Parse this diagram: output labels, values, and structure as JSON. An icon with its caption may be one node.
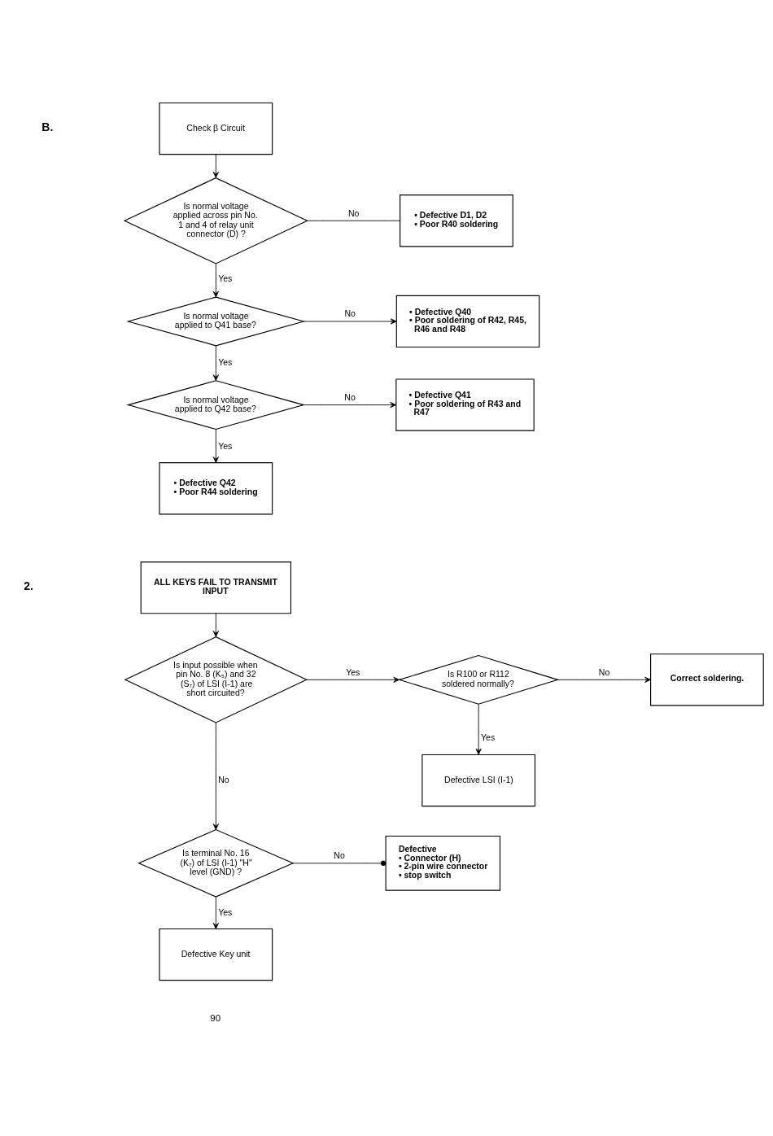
{
  "diagram": {
    "nodes": [
      {
        "text": [
          "Check β Circuit"
        ]
      },
      {
        "text": [
          "Is normal voltage applied across pin No. 1 and 4 of relay unit connector (D) ?"
        ]
      },
      {
        "text": [
          "• Defective D1, D2",
          "• Poor R40 soldering"
        ]
      },
      {
        "text": [
          "Is normal voltage applied to Q41 base?"
        ]
      },
      {
        "text": [
          "• Defective Q40",
          "• Poor soldering of R42, R45, R46 and R48"
        ]
      },
      {
        "text": [
          "Is normal voltage applied to Q42 base?"
        ]
      },
      {
        "text": [
          "• Defective Q41",
          "• Poor soldering of R43 and R47"
        ]
      },
      {
        "text": [
          "• Defective Q42",
          "• Poor R44 soldering"
        ]
      },
      {
        "text": [
          "ALL KEYS FAIL TO TRANSMIT INPUT"
        ]
      },
      {
        "text": [
          "Is input possible when pin No. 8 (K₅) and 32 (S₇) of LSI (I-1) are short circuited?"
        ]
      },
      {
        "text": [
          "Is R100 or R112 soldered normally?"
        ]
      },
      {
        "text": [
          "Correct soldering."
        ]
      },
      {
        "text": [
          "Defective LSI (I-1)"
        ]
      },
      {
        "text": [
          "Is terminal No. 16 (K₇) of LSI (I-1) \"H\" level (GND) ?"
        ]
      },
      {
        "text": [
          "Defective",
          "• Connector (H)",
          "• 2-pin wire connector",
          "• stop switch"
        ]
      },
      {
        "text": [
          "Defective Key unit"
        ]
      }
    ],
    "edges": [
      {
        "from": 0,
        "to": 1,
        "arrow": "to"
      },
      {
        "from": 1,
        "to": 2,
        "arrow": "none",
        "label": "No"
      },
      {
        "from": 1,
        "to": 3,
        "arrow": "to",
        "label": "Yes"
      },
      {
        "from": 3,
        "to": 4,
        "arrow": "to",
        "label": "No"
      },
      {
        "from": 3,
        "to": 5,
        "arrow": "to",
        "label": "Yes"
      },
      {
        "from": 5,
        "to": 6,
        "arrow": "to",
        "label": "No"
      },
      {
        "from": 5,
        "to": 7,
        "arrow": "to",
        "label": "Yes"
      },
      {
        "from": 8,
        "to": 9,
        "arrow": "to"
      },
      {
        "from": 9,
        "to": 10,
        "arrow": "to",
        "label": "Yes"
      },
      {
        "from": 10,
        "to": 11,
        "arrow": "to",
        "label": "No"
      },
      {
        "from": 10,
        "to": 12,
        "arrow": "to",
        "label": "Yes"
      },
      {
        "from": 9,
        "to": 13,
        "arrow": "to",
        "label": "No"
      },
      {
        "from": 13,
        "to": 14,
        "arrow": "other",
        "label": "No"
      },
      {
        "from": 13,
        "to": 15,
        "arrow": "to",
        "label": "Yes"
      }
    ],
    "labels": [
      "B.",
      "2.",
      "90"
    ]
  }
}
